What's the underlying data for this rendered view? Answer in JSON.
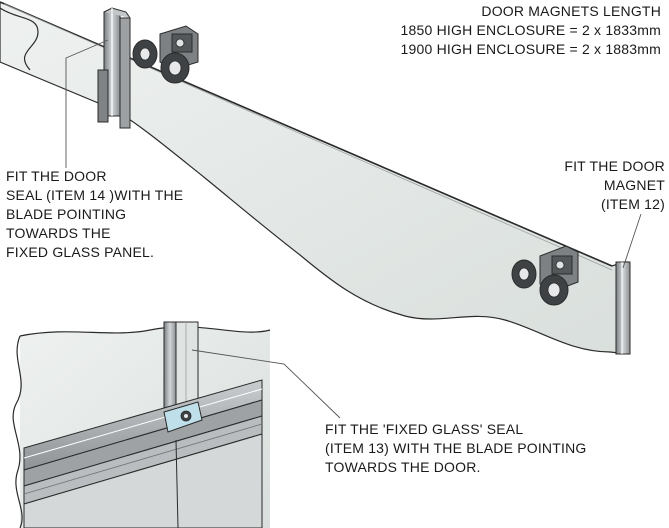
{
  "annotations": {
    "magnet_length": {
      "lines": [
        "DOOR MAGNETS LENGTH",
        "1850 HIGH ENCLOSURE = 2 x 1833mm",
        "1900 HIGH ENCLOSURE = 2 x 1883mm"
      ]
    },
    "door_magnet": {
      "lines": [
        "FIT THE DOOR",
        "MAGNET",
        "(ITEM 12)"
      ]
    },
    "door_seal": {
      "lines": [
        "FIT THE DOOR",
        "SEAL (ITEM 14 )WITH THE",
        "BLADE POINTING",
        "TOWARDS THE",
        "FIXED GLASS PANEL."
      ]
    },
    "fixed_glass_seal": {
      "lines": [
        "FIT THE 'FIXED GLASS' SEAL",
        "(ITEM 13) WITH THE BLADE POINTING",
        "TOWARDS THE DOOR."
      ]
    }
  },
  "colors": {
    "line": "#2b2b2b",
    "glass": "#e4e9e7",
    "glass_shade": "#cfd6d3",
    "metal": "#a9adaf",
    "metal_dark": "#6f7376",
    "seal_block": "#bfe0ea",
    "leader": "#555555"
  }
}
